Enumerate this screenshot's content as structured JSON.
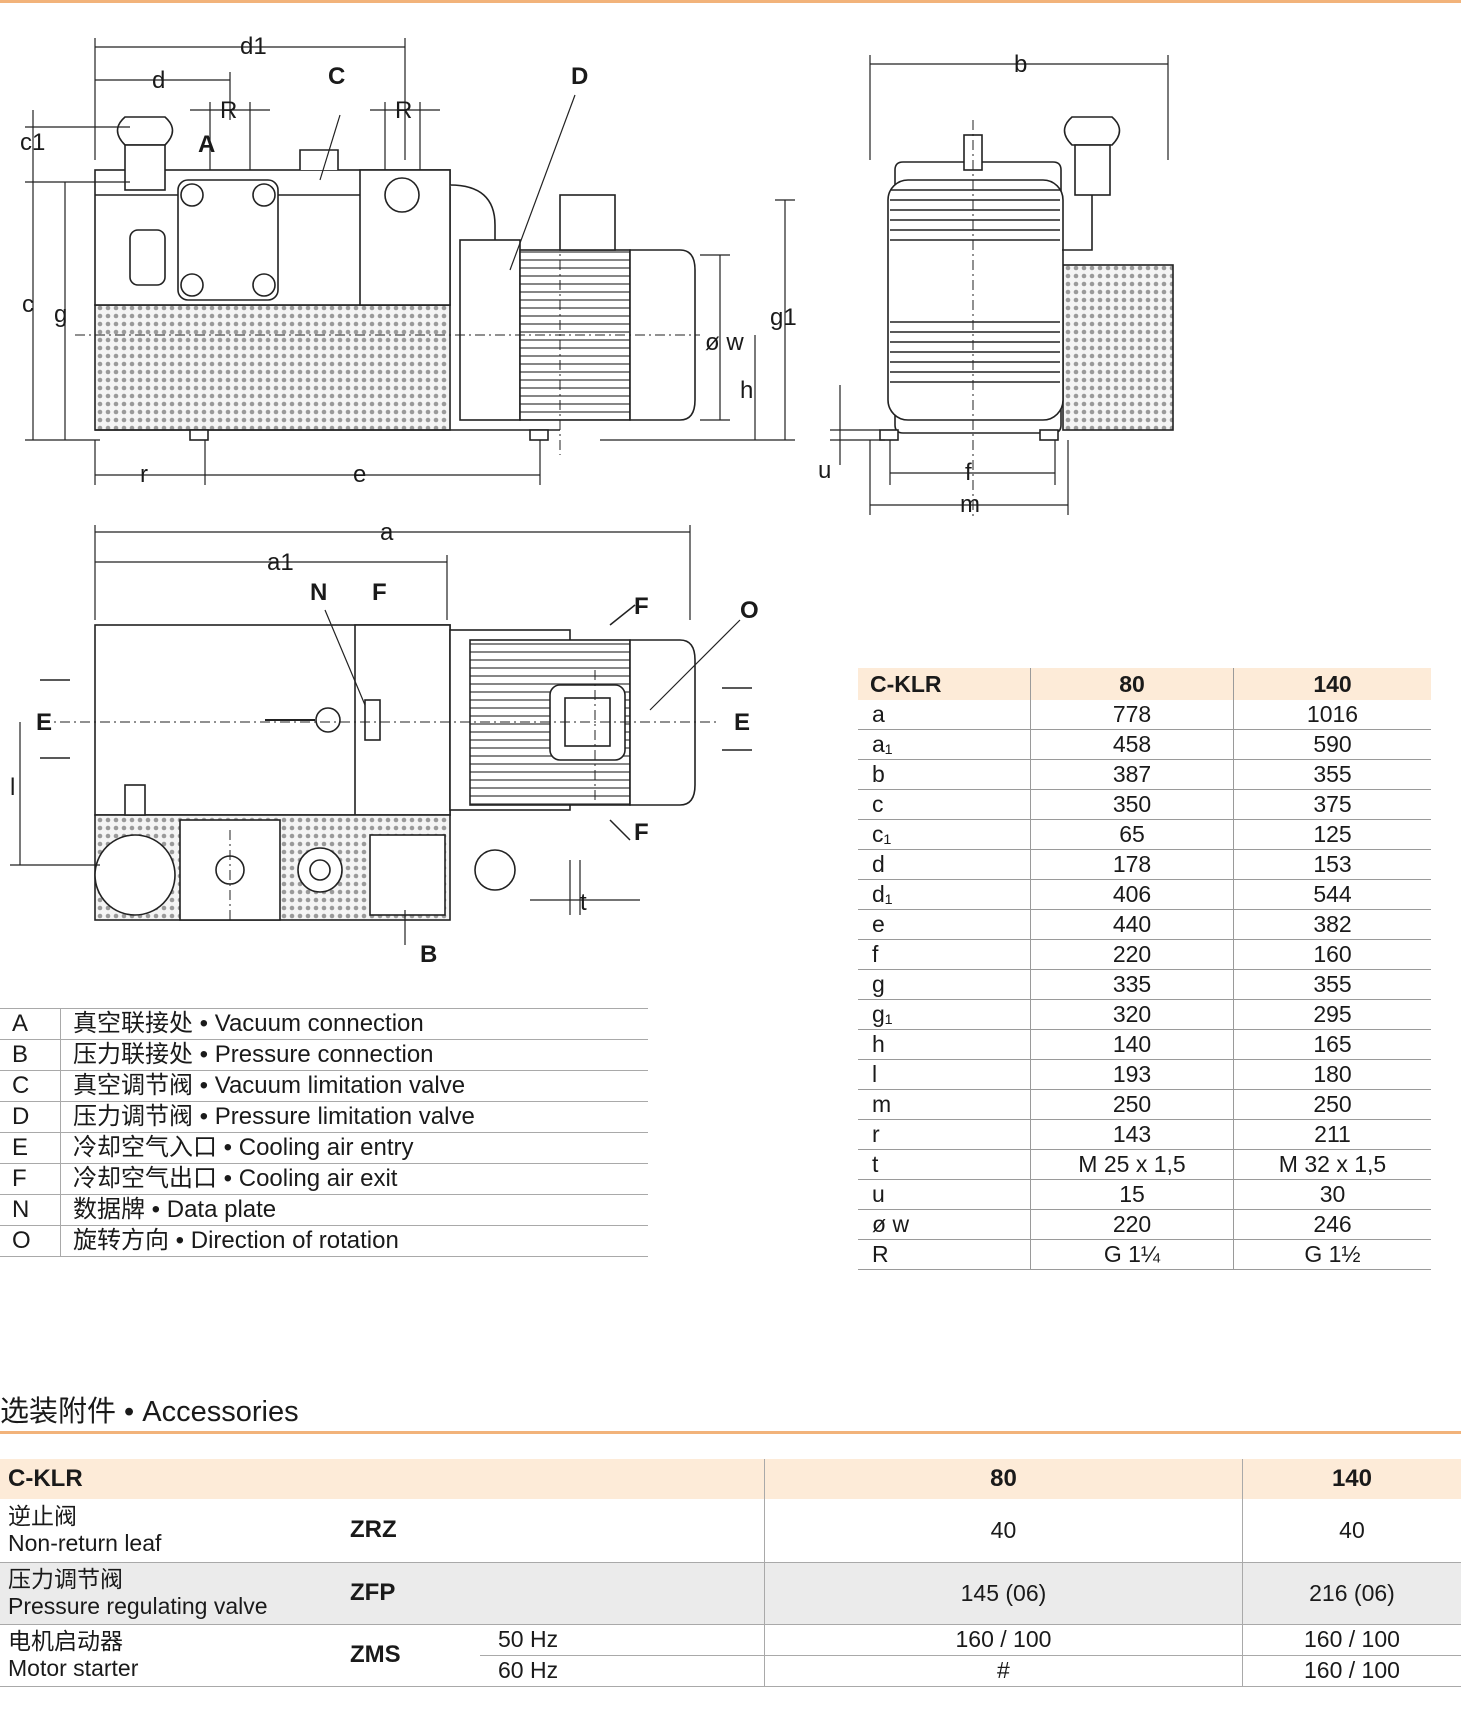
{
  "drawing": {
    "dimension_labels": {
      "d1": "d1",
      "d": "d",
      "R": "R",
      "C": "C",
      "D": "D",
      "A": "A",
      "c1": "c1",
      "c": "c",
      "g": "g",
      "ow": "ø w",
      "g1": "g1",
      "h": "h",
      "r": "r",
      "e": "e",
      "b": "b",
      "u": "u",
      "f": "f",
      "m": "m",
      "a": "a",
      "a1": "a1",
      "N": "N",
      "F": "F",
      "O": "O",
      "E": "E",
      "l": "l",
      "B": "B",
      "t": "t"
    }
  },
  "legend": [
    {
      "key": "A",
      "text": "真空联接处 • Vacuum connection"
    },
    {
      "key": "B",
      "text": "压力联接处 • Pressure connection"
    },
    {
      "key": "C",
      "text": "真空调节阀 • Vacuum limitation valve"
    },
    {
      "key": "D",
      "text": "压力调节阀 • Pressure limitation valve"
    },
    {
      "key": "E",
      "text": "冷却空气入口 • Cooling air entry"
    },
    {
      "key": "F",
      "text": "冷却空气出口 • Cooling air exit"
    },
    {
      "key": "N",
      "text": "数据牌 • Data plate"
    },
    {
      "key": "O",
      "text": "旋转方向 • Direction of rotation"
    }
  ],
  "dimensions_table": {
    "headers": [
      "C-KLR",
      "80",
      "140"
    ],
    "rows": [
      [
        "a",
        "778",
        "1016"
      ],
      [
        "a₁",
        "458",
        "590"
      ],
      [
        "b",
        "387",
        "355"
      ],
      [
        "c",
        "350",
        "375"
      ],
      [
        "c₁",
        "65",
        "125"
      ],
      [
        "d",
        "178",
        "153"
      ],
      [
        "d₁",
        "406",
        "544"
      ],
      [
        "e",
        "440",
        "382"
      ],
      [
        "f",
        "220",
        "160"
      ],
      [
        "g",
        "335",
        "355"
      ],
      [
        "g₁",
        "320",
        "295"
      ],
      [
        "h",
        "140",
        "165"
      ],
      [
        "l",
        "193",
        "180"
      ],
      [
        "m",
        "250",
        "250"
      ],
      [
        "r",
        "143",
        "211"
      ],
      [
        "t",
        "M 25 x 1,5",
        "M 32 x 1,5"
      ],
      [
        "u",
        "15",
        "30"
      ],
      [
        "ø w",
        "220",
        "246"
      ],
      [
        "R",
        "G 1¼",
        "G 1½"
      ]
    ]
  },
  "accessories": {
    "title": "选装附件 • Accessories",
    "headers": [
      "C-KLR",
      "80",
      "140"
    ],
    "zrz": {
      "name_cn": "逆止阀",
      "name_en": "Non-return leaf",
      "code": "ZRZ",
      "v80": "40",
      "v140": "40"
    },
    "zfp": {
      "name_cn": "压力调节阀",
      "name_en": "Pressure regulating valve",
      "code": "ZFP",
      "v80": "145 (06)",
      "v140": "216 (06)"
    },
    "zms": {
      "name_cn": "电机启动器",
      "name_en": "Motor starter",
      "code": "ZMS",
      "f1": "50 Hz",
      "f1_v80": "160 / 100",
      "f1_v140": "160 / 100",
      "f2": "60 Hz",
      "f2_v80": "#",
      "f2_v140": "160 / 100"
    }
  },
  "colors": {
    "accent_rule": "#f2b37a",
    "header_fill": "#fdebd8",
    "row_shade": "#ebebeb"
  }
}
